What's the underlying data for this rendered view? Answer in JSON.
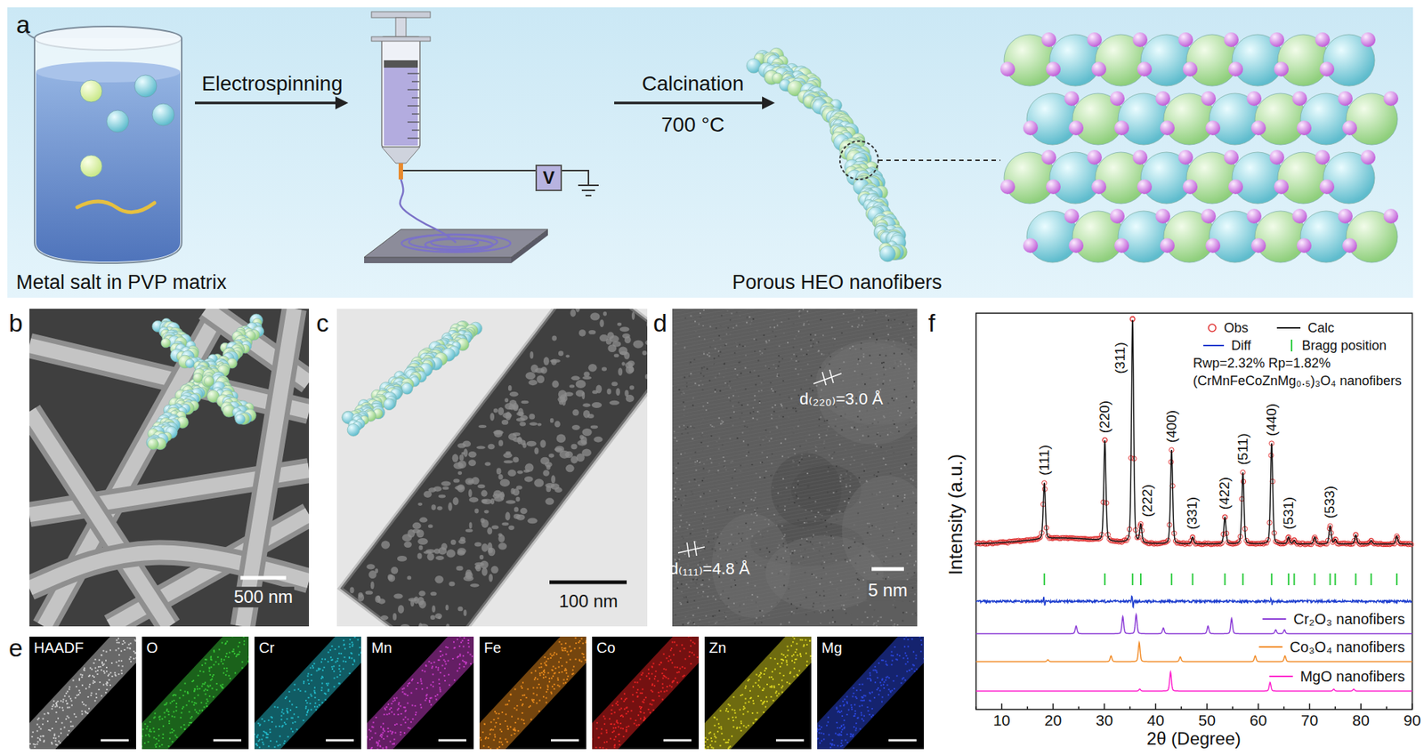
{
  "diagram": {
    "nodes": [
      {
        "text": [
          "Metal salt in PVP matrix",
          "Porous HEO nanofibers"
        ]
      },
      {
        "text": [
          "V"
        ],
        "in": 0
      },
      {
        "text": [
          "HAADF"
        ]
      },
      {
        "text": [
          "O"
        ]
      },
      {
        "text": [
          "Cr"
        ]
      },
      {
        "text": [
          "Mn"
        ]
      },
      {
        "text": [
          "Fe"
        ]
      },
      {
        "text": [
          "Co"
        ]
      },
      {
        "text": [
          "Zn"
        ]
      },
      {
        "text": [
          "Mg"
        ]
      }
    ],
    "labels": [
      "a",
      "Electrospinning",
      "Calcination",
      "700 °C",
      "b",
      "500 nm",
      "c",
      "100 nm",
      "d",
      "d₍₂₂₀₎=3.0 Å",
      "d₍₁₁₁₎=4.8 Å",
      "5 nm",
      "e",
      "f",
      "(111)",
      "(220)",
      "(311)",
      "(222)",
      "(400)",
      "(331)",
      "(422)",
      "(511)",
      "(440)",
      "(531)",
      "(533)",
      "Rwp=2.32% Rp=1.82%",
      "(CrMnFeCoZnMg₀.₅)₃O₄ nanofibers",
      "Intensity (a.u.)",
      "2θ (Degree)",
      "10",
      "20",
      "30",
      "40",
      "50",
      "60",
      "70",
      "80",
      "90"
    ],
    "legend": [
      {
        "text": "Obs"
      },
      {
        "text": "Calc"
      },
      {
        "text": "Diff"
      },
      {
        "text": "Bragg position"
      },
      {
        "text": "Cr₂O₃ nanofibers"
      },
      {
        "text": "Co₃O₄ nanofibers"
      },
      {
        "text": "MgO nanofibers"
      }
    ]
  }
}
